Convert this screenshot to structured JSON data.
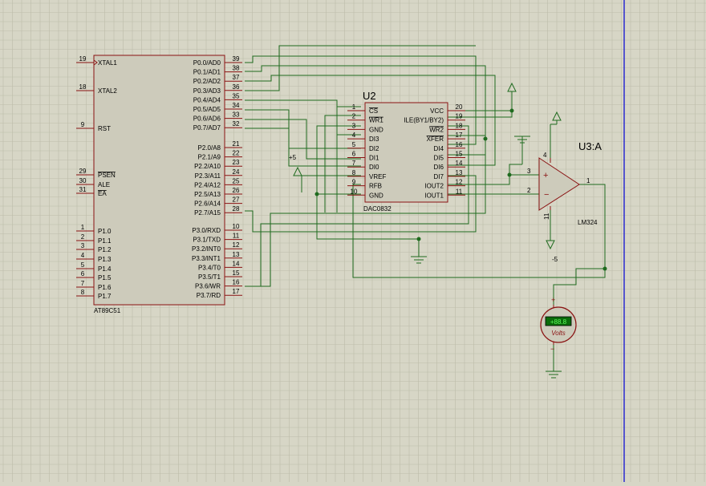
{
  "colors": {
    "background": "#d7d6c6",
    "grid": "#bdbca9",
    "wire": "#1f6b1f",
    "component": "#8a1212",
    "component_fill": "#cdcbbb",
    "display": "#0a6b0a",
    "vertical_line": "#2b2bd0"
  },
  "u1": {
    "name": "AT89C51",
    "left_pins": [
      {
        "num": "19",
        "label": "XTAL1"
      },
      {
        "num": "18",
        "label": "XTAL2"
      },
      {
        "num": "9",
        "label": "RST"
      },
      {
        "num": "29",
        "label": "PSEN"
      },
      {
        "num": "30",
        "label": "ALE"
      },
      {
        "num": "31",
        "label": "EA"
      },
      {
        "num": "1",
        "label": "P1.0"
      },
      {
        "num": "2",
        "label": "P1.1"
      },
      {
        "num": "3",
        "label": "P1.2"
      },
      {
        "num": "4",
        "label": "P1.3"
      },
      {
        "num": "5",
        "label": "P1.4"
      },
      {
        "num": "6",
        "label": "P1.5"
      },
      {
        "num": "7",
        "label": "P1.6"
      },
      {
        "num": "8",
        "label": "P1.7"
      }
    ],
    "right_pins": [
      {
        "num": "39",
        "label": "P0.0/AD0"
      },
      {
        "num": "38",
        "label": "P0.1/AD1"
      },
      {
        "num": "37",
        "label": "P0.2/AD2"
      },
      {
        "num": "36",
        "label": "P0.3/AD3"
      },
      {
        "num": "35",
        "label": "P0.4/AD4"
      },
      {
        "num": "34",
        "label": "P0.5/AD5"
      },
      {
        "num": "33",
        "label": "P0.6/AD6"
      },
      {
        "num": "32",
        "label": "P0.7/AD7"
      },
      {
        "num": "21",
        "label": "P2.0/A8"
      },
      {
        "num": "22",
        "label": "P2.1/A9"
      },
      {
        "num": "23",
        "label": "P2.2/A10"
      },
      {
        "num": "24",
        "label": "P2.3/A11"
      },
      {
        "num": "25",
        "label": "P2.4/A12"
      },
      {
        "num": "26",
        "label": "P2.5/A13"
      },
      {
        "num": "27",
        "label": "P2.6/A14"
      },
      {
        "num": "28",
        "label": "P2.7/A15"
      },
      {
        "num": "10",
        "label": "P3.0/RXD"
      },
      {
        "num": "11",
        "label": "P3.1/TXD"
      },
      {
        "num": "12",
        "label": "P3.2/INT0"
      },
      {
        "num": "13",
        "label": "P3.3/INT1"
      },
      {
        "num": "14",
        "label": "P3.4/T0"
      },
      {
        "num": "15",
        "label": "P3.5/T1"
      },
      {
        "num": "16",
        "label": "P3.6/WR"
      },
      {
        "num": "17",
        "label": "P3.7/RD"
      }
    ]
  },
  "u2": {
    "ref": "U2",
    "name": "DAC0832",
    "left_pins": [
      {
        "num": "1",
        "label": "CS"
      },
      {
        "num": "2",
        "label": "WR1"
      },
      {
        "num": "3",
        "label": "GND"
      },
      {
        "num": "4",
        "label": "DI3"
      },
      {
        "num": "5",
        "label": "DI2"
      },
      {
        "num": "6",
        "label": "DI1"
      },
      {
        "num": "7",
        "label": "DI0"
      },
      {
        "num": "8",
        "label": "VREF"
      },
      {
        "num": "9",
        "label": "RFB"
      },
      {
        "num": "10",
        "label": "GND"
      }
    ],
    "right_pins": [
      {
        "num": "20",
        "label": "VCC"
      },
      {
        "num": "19",
        "label": "ILE(BY1/BY2)"
      },
      {
        "num": "18",
        "label": "WR2"
      },
      {
        "num": "17",
        "label": "XFER"
      },
      {
        "num": "16",
        "label": "DI4"
      },
      {
        "num": "15",
        "label": "DI5"
      },
      {
        "num": "14",
        "label": "DI6"
      },
      {
        "num": "13",
        "label": "DI7"
      },
      {
        "num": "12",
        "label": "IOUT2"
      },
      {
        "num": "11",
        "label": "IOUT1"
      }
    ]
  },
  "u3": {
    "ref": "U3:A",
    "name": "LM324",
    "pin_noninv": "3",
    "pin_inv": "2",
    "pin_out": "1",
    "pin_vplus": "4",
    "pin_vminus": "11",
    "neg_supply_label": "-5"
  },
  "vref_label": "+5",
  "voltmeter": {
    "label": "Volts",
    "reading": "+88.8",
    "plus": "+",
    "minus": "−"
  }
}
